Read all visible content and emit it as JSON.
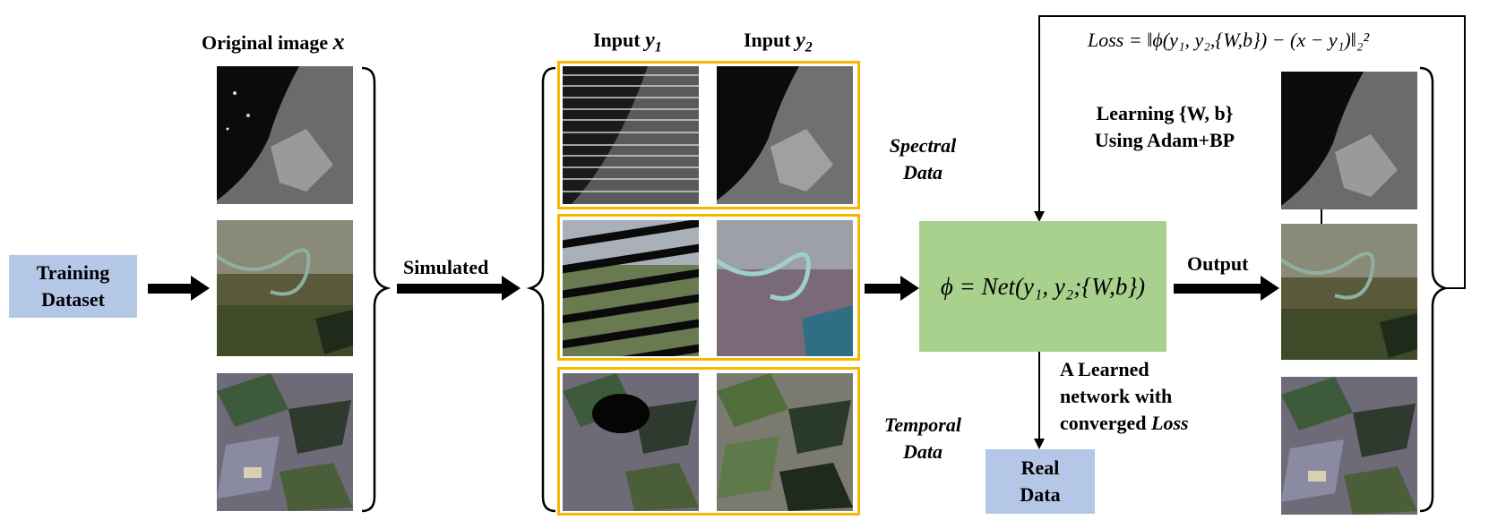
{
  "training": {
    "line1": "Training",
    "line2": "Dataset"
  },
  "original": {
    "label": "Original image",
    "var": "x"
  },
  "simulated_label": "Simulated",
  "inputs": {
    "y1_label": "Input",
    "y1_var": "y",
    "y1_sub": "1",
    "y2_label": "Input",
    "y2_var": "y",
    "y2_sub": "2"
  },
  "groups": {
    "spectral_line1": "Spectral",
    "spectral_line2": "Data",
    "temporal_line1": "Temporal",
    "temporal_line2": "Data"
  },
  "net_equation": "ϕ = Net(y₁, y₂;{W,b})",
  "loss_equation": "Loss = ‖ϕ(y₁, y₂,{W,b}) − (x − y₁)‖₂²",
  "learning": {
    "line1": "Learning {W, b}",
    "line2": "Using Adam+BP"
  },
  "output_label": "Output",
  "learned": {
    "line1": "A Learned",
    "line2": "network with",
    "line3_prefix": "converged",
    "line3_italic": "Loss"
  },
  "real_data": {
    "line1": "Real",
    "line2": "Data"
  },
  "colors": {
    "blue_box": "#b4c7e7",
    "green_box": "#a9d18e",
    "highlight": "#f5b800",
    "arrow": "#000000"
  }
}
